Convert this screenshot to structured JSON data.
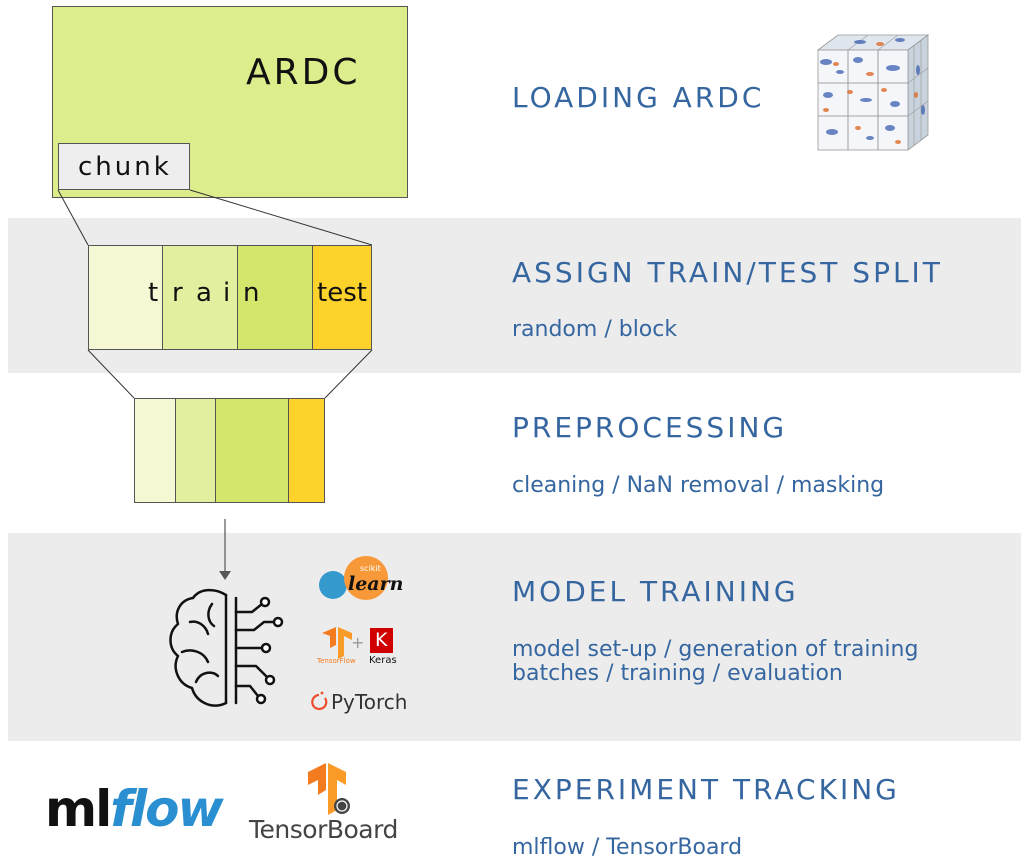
{
  "ardc": {
    "label": "ARDC",
    "chunk_label": "chunk"
  },
  "split": {
    "train_letters": [
      "t",
      "r",
      "a",
      "i",
      "n"
    ],
    "test_label": "test"
  },
  "colors": {
    "ardc_fill": "#dcee8c",
    "seg1": "#f5f8d2",
    "seg2": "#e2ef9e",
    "seg3": "#d4e76c",
    "seg4": "#fdd22b",
    "title_blue": "#3566a0",
    "band_gray": "#ececec"
  },
  "stages": [
    {
      "title": "LOADING ARDC",
      "subtitle": ""
    },
    {
      "title": "ASSIGN TRAIN/TEST SPLIT",
      "subtitle": "random / block"
    },
    {
      "title": "PREPROCESSING",
      "subtitle": "cleaning / NaN removal / masking"
    },
    {
      "title": "MODEL TRAINING",
      "subtitle_line1": "model set-up / generation of training",
      "subtitle_line2": "batches / training / evaluation"
    },
    {
      "title": "EXPERIMENT TRACKING",
      "subtitle": "mlflow / TensorBoard"
    }
  ],
  "logos": {
    "sklearn_small": "scikit",
    "sklearn": "learn",
    "tensorflow": "TensorFlow",
    "plus": "+",
    "keras_letter": "K",
    "keras": "Keras",
    "pytorch": "PyTorch",
    "mlflow_ml": "ml",
    "mlflow_flow": "flow",
    "tensorboard": "TensorBoard"
  }
}
